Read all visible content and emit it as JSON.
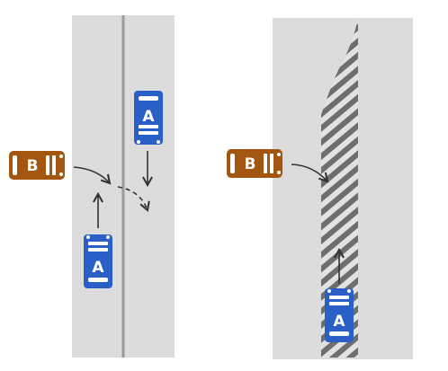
{
  "scenes": [
    {
      "name": "two-lane-road",
      "cars": [
        {
          "id": "A",
          "label": "A",
          "color": "#2a5fc7",
          "heading": "down"
        },
        {
          "id": "A",
          "label": "A",
          "color": "#2a5fc7",
          "heading": "up"
        },
        {
          "id": "B",
          "label": "B",
          "color": "#a2560f",
          "heading": "right"
        }
      ]
    },
    {
      "name": "road-with-hatched-median",
      "cars": [
        {
          "id": "A",
          "label": "A",
          "color": "#2a5fc7",
          "heading": "up"
        },
        {
          "id": "B",
          "label": "B",
          "color": "#a2560f",
          "heading": "right"
        }
      ]
    }
  ],
  "colors": {
    "road": "#dcdcdc",
    "center_line": "#9a9a9a",
    "car_a": "#2a5fc7",
    "car_b": "#a2560f",
    "arrow": "#333333",
    "hatch_dark": "#6e6e6e",
    "hatch_light": "#e2e2e2"
  }
}
